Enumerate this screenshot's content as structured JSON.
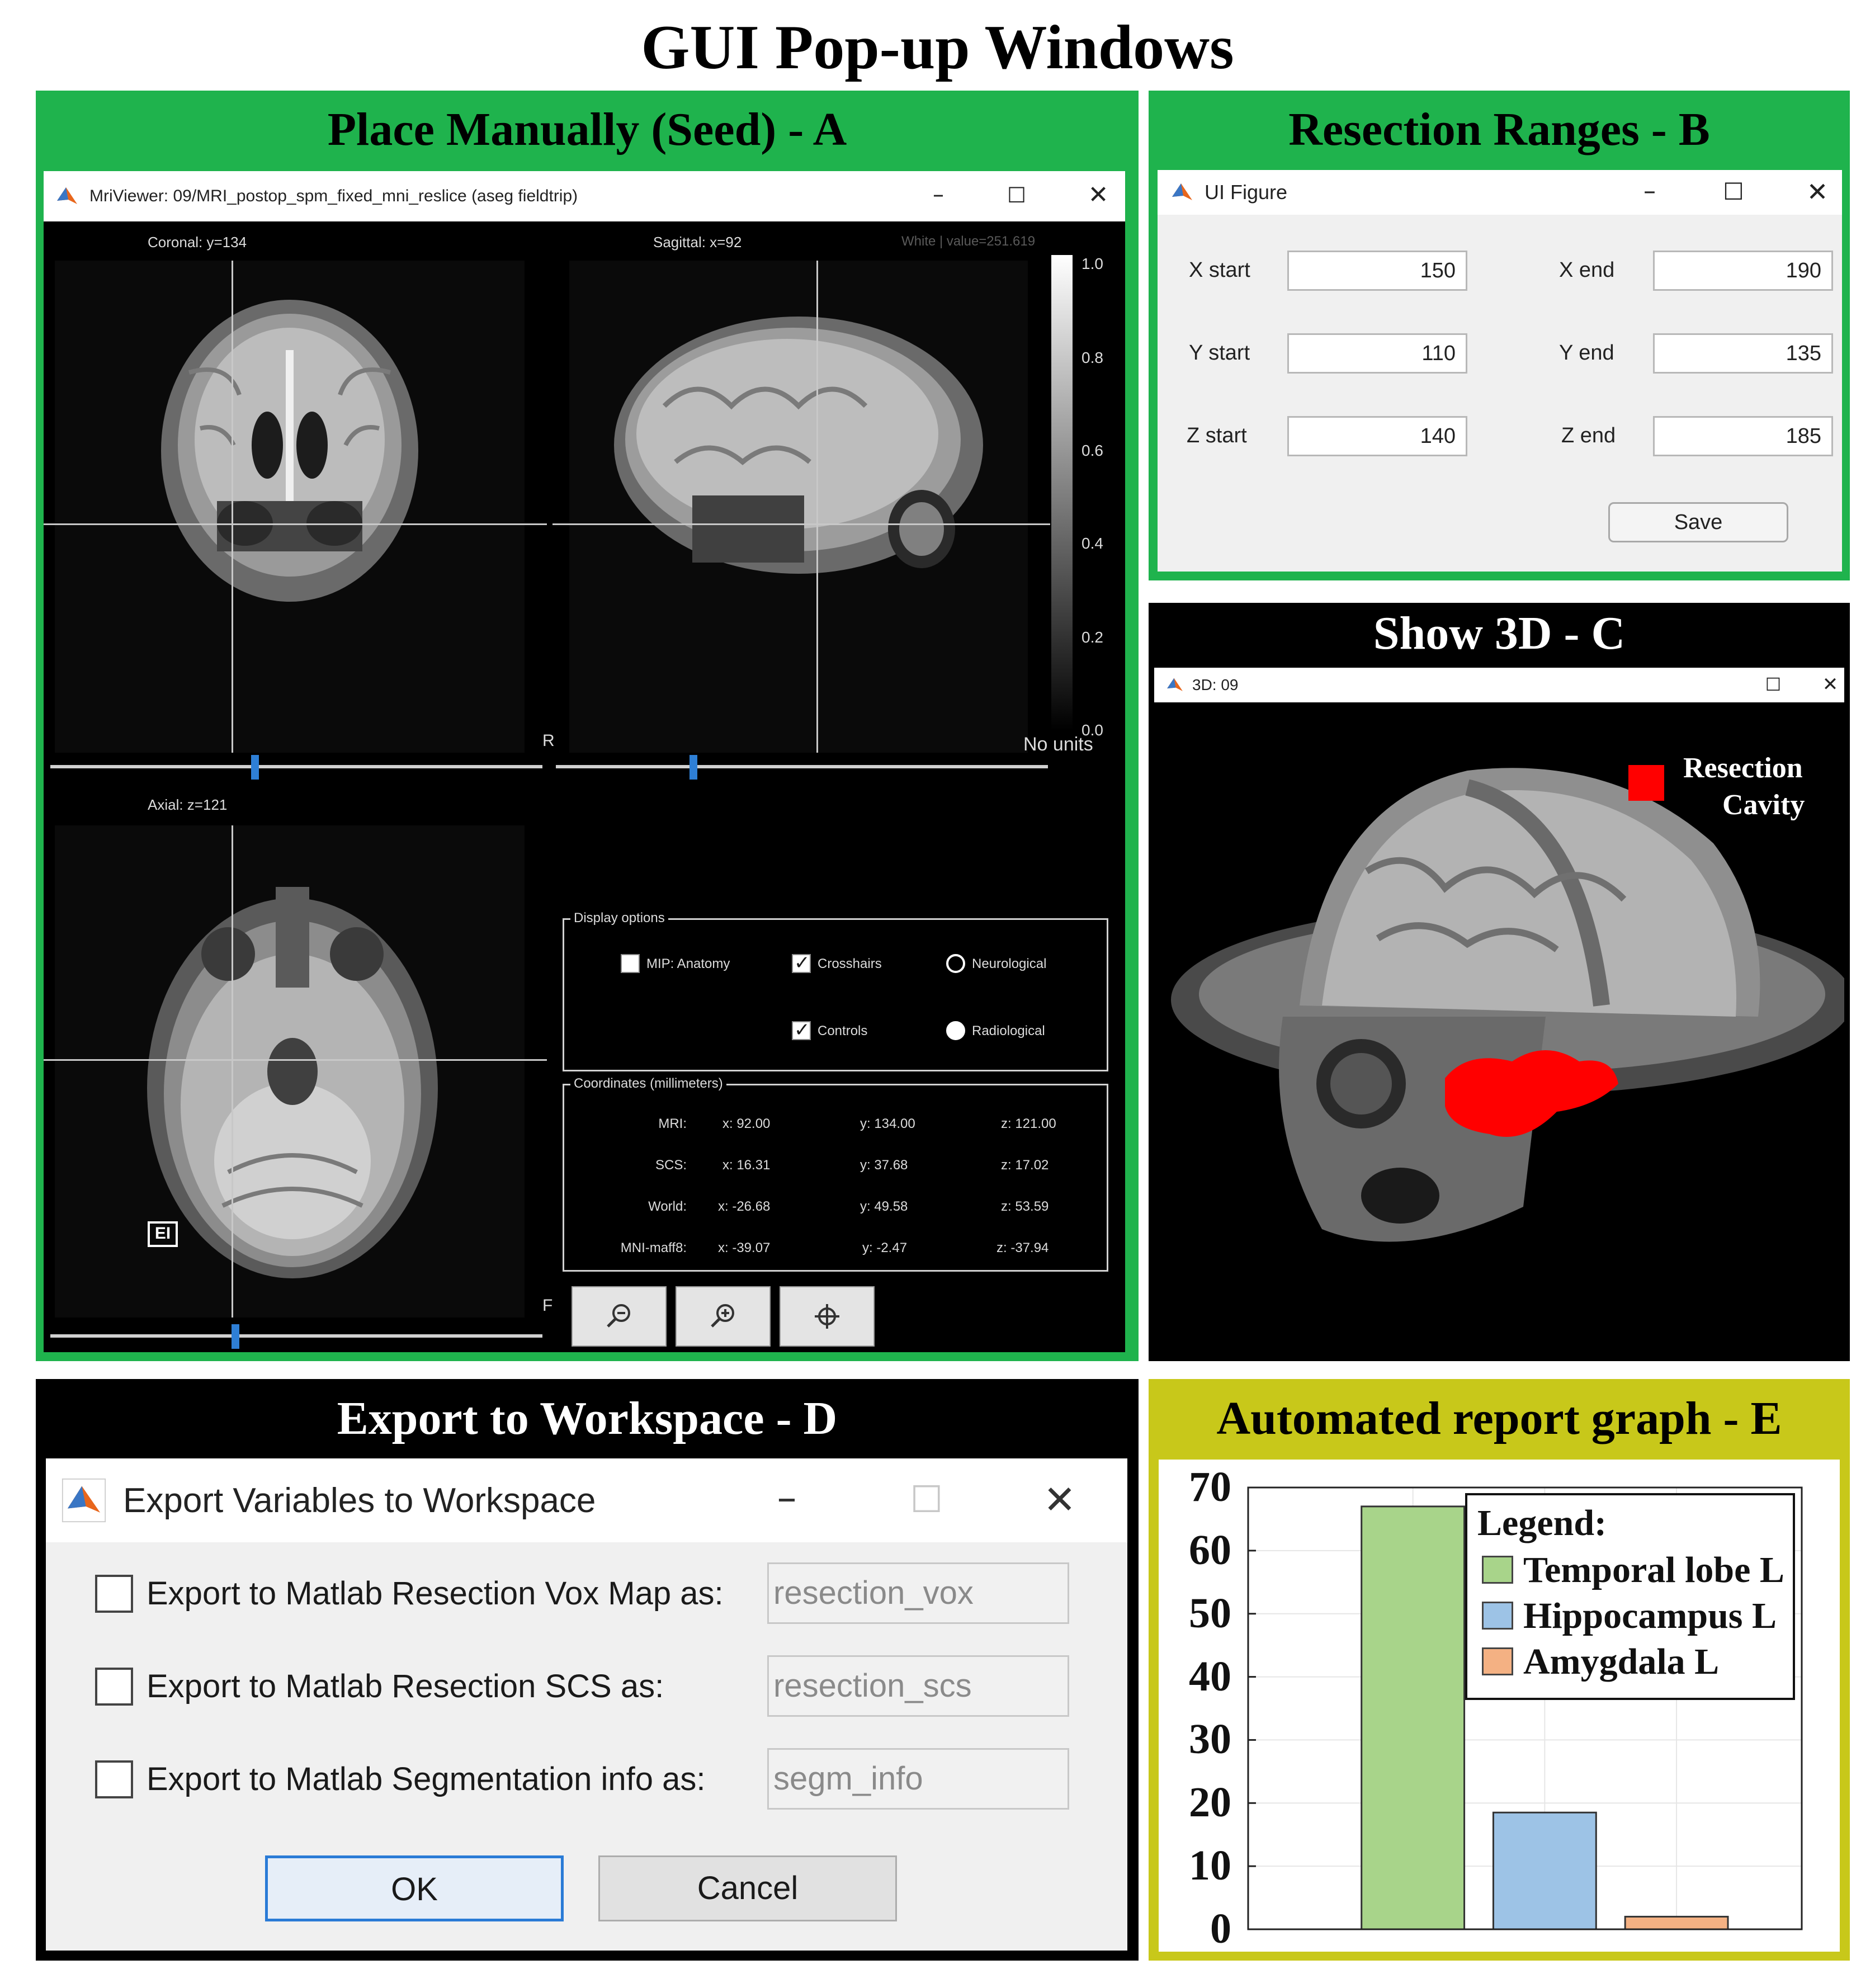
{
  "main_title": "GUI  Pop-up Windows",
  "colors": {
    "panel_green": "#1fb34d",
    "panel_black": "#000000",
    "panel_yellow": "#c8c81a"
  },
  "panel_a": {
    "header": "Place Manually (Seed) - A",
    "window_title": "MriViewer: 09/MRI_postop_spm_fixed_mni_reslice (aseg fieldtrip)",
    "coronal_label": "Coronal:  y=134",
    "sagittal_label": "Sagittal:  x=92",
    "value_label": "White  |  value=251.619",
    "axial_label": "Axial:  z=121",
    "orient_r1": "R",
    "orient_r2": "F",
    "colorbar_ticks": [
      "1.0",
      "0.8",
      "0.6",
      "0.4",
      "0.2",
      "0.0"
    ],
    "colorbar_unit": "No units",
    "slider_positions": {
      "coronal": 0.52,
      "sagittal": 0.35,
      "axial": 0.47
    },
    "display_options": {
      "title": "Display options",
      "mip_label": "MIP: Anatomy",
      "mip_checked": false,
      "crosshairs_label": "Crosshairs",
      "crosshairs_checked": true,
      "controls_label": "Controls",
      "controls_checked": true,
      "neurological_label": "Neurological",
      "radiological_label": "Radiological",
      "selected_orientation": "Radiological"
    },
    "coordinates": {
      "title": "Coordinates (millimeters)",
      "rows": [
        {
          "label": "MRI:",
          "x": "x: 92.00",
          "y": "y: 134.00",
          "z": "z: 121.00"
        },
        {
          "label": "SCS:",
          "x": "x: 16.31",
          "y": "y: 37.68",
          "z": "z: 17.02"
        },
        {
          "label": "World:",
          "x": "x: -26.68",
          "y": "y: 49.58",
          "z": "z: 53.59"
        },
        {
          "label": "MNI-maff8:",
          "x": "x: -39.07",
          "y": "y: -2.47",
          "z": "z: -37.94"
        }
      ]
    },
    "toolbar_icons": [
      "zoom-out-icon",
      "zoom-in-icon",
      "crosshair-center-icon"
    ]
  },
  "panel_b": {
    "header": "Resection Ranges - B",
    "window_title": "UI Figure",
    "fields": [
      {
        "label": "X start",
        "value": "150"
      },
      {
        "label": "X end",
        "value": "190"
      },
      {
        "label": "Y start",
        "value": "110"
      },
      {
        "label": "Y end",
        "value": "135"
      },
      {
        "label": "Z start",
        "value": "140"
      },
      {
        "label": "Z end",
        "value": "185"
      }
    ],
    "save_label": "Save"
  },
  "panel_c": {
    "header": "Show 3D - C",
    "window_title": "3D: 09",
    "legend_line1": "Resection",
    "legend_line2": "Cavity",
    "legend_color": "#ff0000"
  },
  "panel_d": {
    "header": "Export to Workspace - D",
    "window_title": "Export Variables to Workspace",
    "rows": [
      {
        "label": "Export to Matlab Resection Vox Map as:",
        "value": "resection_vox",
        "checked": false
      },
      {
        "label": "Export to Matlab Resection SCS as:",
        "value": "resection_scs",
        "checked": false
      },
      {
        "label": "Export to Matlab Segmentation info as:",
        "value": "segm_info",
        "checked": false
      }
    ],
    "ok_label": "OK",
    "cancel_label": "Cancel"
  },
  "panel_e": {
    "header": "Automated report graph - E"
  },
  "chart_data": {
    "type": "bar",
    "categories": [
      "Temporal lobe L",
      "Hippocampus L",
      "Amygdala L"
    ],
    "values": [
      67,
      18.5,
      2
    ],
    "colors": [
      "#a8d48a",
      "#9dc3e6",
      "#f4b183"
    ],
    "ylim": [
      0,
      70
    ],
    "yticks": [
      "0",
      "10",
      "20",
      "30",
      "40",
      "50",
      "60",
      "70"
    ],
    "legend_title": "Legend:",
    "legend_entries": [
      "Temporal lobe L",
      "Hippocampus L",
      "Amygdala L"
    ],
    "legend_position": "top-right",
    "grid": true
  }
}
